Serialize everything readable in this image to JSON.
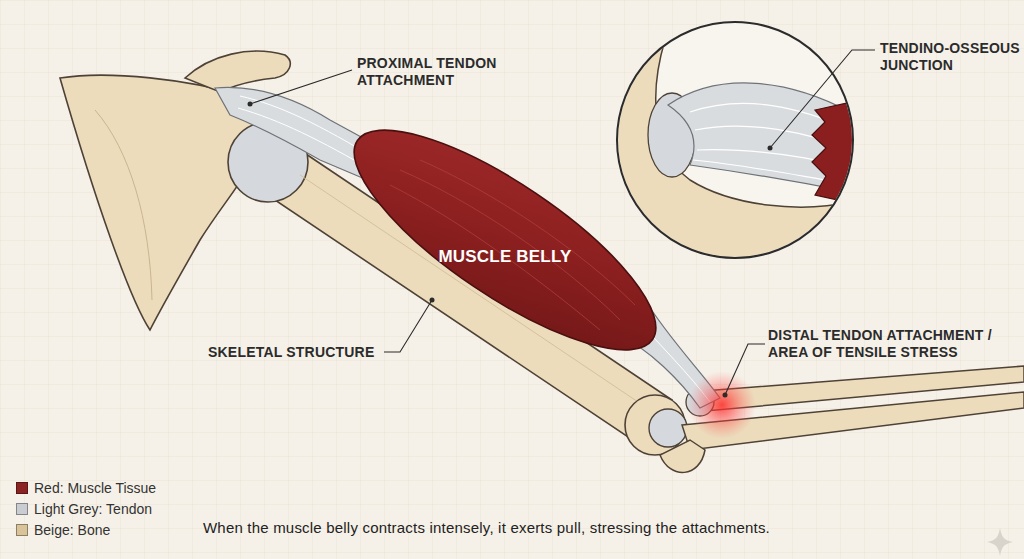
{
  "diagram": {
    "caption": "When the muscle belly contracts intensely, it exerts pull, stressing the attachments.",
    "labels": [
      "PROXIMAL TENDON ATTACHMENT",
      "TENDINO-OSSEOUS JUNCTION",
      "MUSCLE BELLY",
      "SKELETAL STRUCTURE",
      "DISTAL TENDON ATTACHMENT / AREA OF TENSILE STRESS"
    ],
    "legend": [
      {
        "text": "Red: Muscle Tissue",
        "color": "#8b2323"
      },
      {
        "text": "Light Grey: Tendon",
        "color": "#c9cdd1"
      },
      {
        "text": "Beige: Bone",
        "color": "#d8c39a"
      }
    ]
  }
}
